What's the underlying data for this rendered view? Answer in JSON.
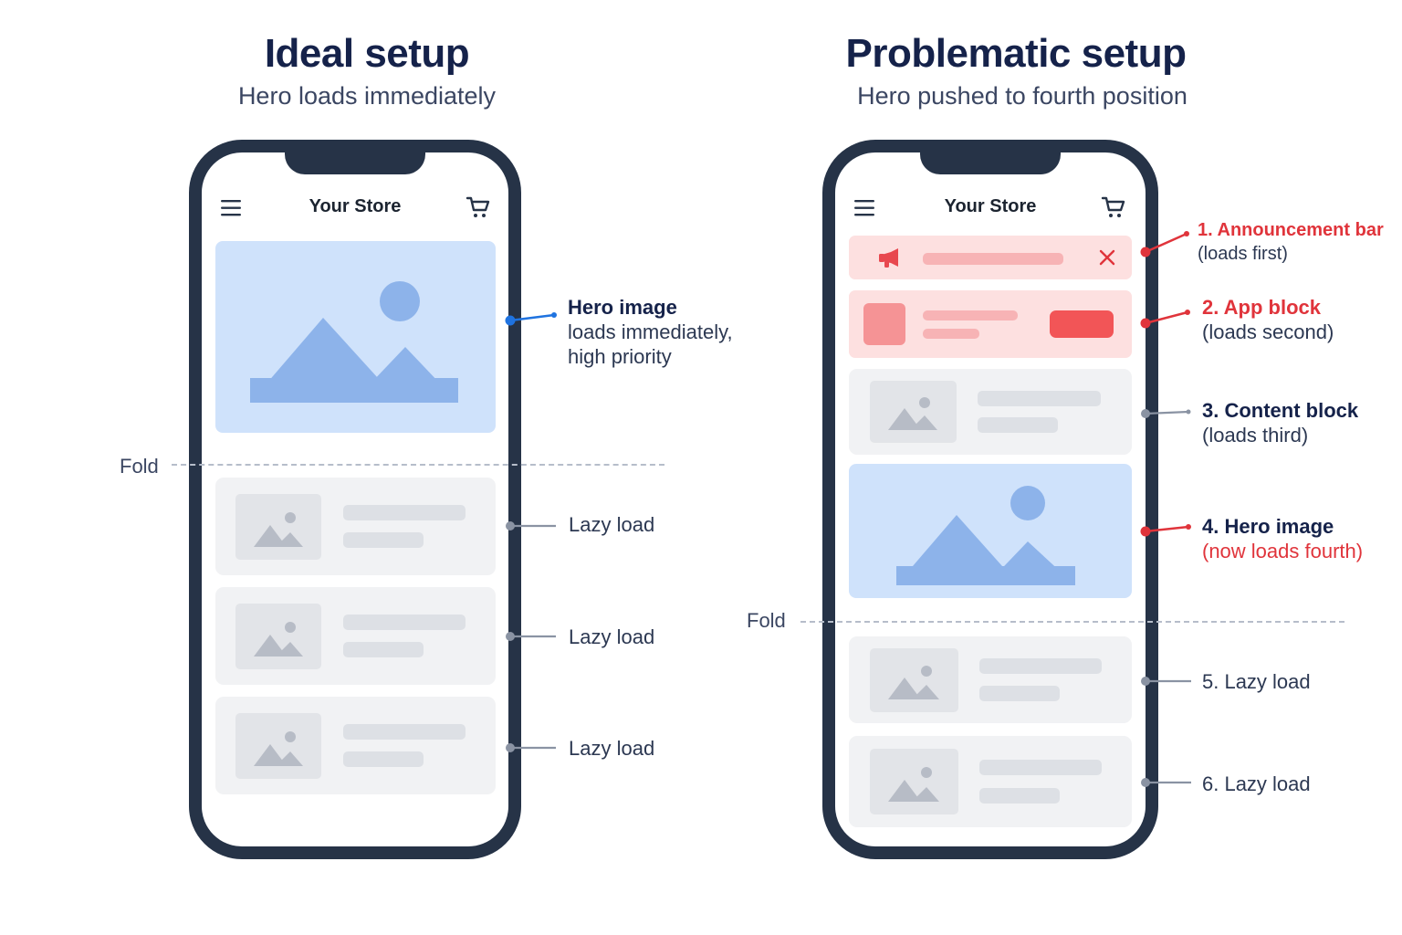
{
  "left": {
    "title": "Ideal setup",
    "subtitle": "Hero loads immediately",
    "store_name": "Your Store",
    "fold_label": "Fold",
    "callouts": {
      "hero_title": "Hero image",
      "hero_line1": "loads immediately,",
      "hero_line2": "high priority",
      "lazy1": "Lazy load",
      "lazy2": "Lazy load",
      "lazy3": "Lazy load"
    }
  },
  "right": {
    "title": "Problematic setup",
    "subtitle": "Hero pushed to fourth position",
    "store_name": "Your Store",
    "fold_label": "Fold",
    "callouts": {
      "c1_title": "1. Announcement bar",
      "c1_sub": "(loads first)",
      "c2_title": "2. App block",
      "c2_sub": "(loads second)",
      "c3_title": "3. Content block",
      "c3_sub": "(loads third)",
      "c4_title": "4. Hero image",
      "c4_sub": "(now loads fourth)",
      "c5": "5. Lazy load",
      "c6": "6. Lazy load"
    }
  },
  "icons": {
    "menu": "hamburger-menu-icon",
    "cart": "shopping-cart-icon",
    "image": "image-placeholder-icon",
    "announce": "megaphone-icon",
    "close": "close-icon"
  },
  "colors": {
    "frame": "#263347",
    "hero_bg": "#cfe2fb",
    "hero_shape": "#8db3ea",
    "accent_blue": "#1f73e0",
    "accent_red": "#e0343b",
    "announcement_bg": "#fde0e0",
    "card_bg": "#f1f2f4"
  }
}
